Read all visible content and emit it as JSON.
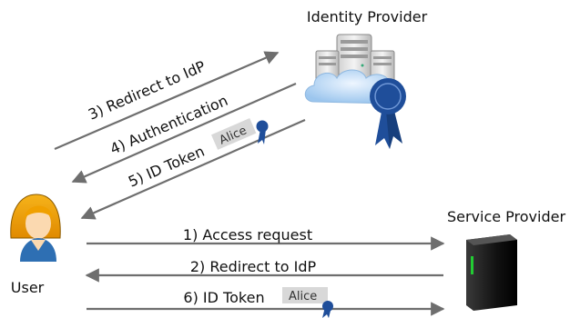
{
  "actors": {
    "idp": "Identity Provider",
    "sp": "Service Provider",
    "user": "User"
  },
  "flows": {
    "step1": "1) Access request",
    "step2": "2) Redirect to IdP",
    "step3": "3) Redirect to IdP",
    "step4": "4) Authentication",
    "step5": "5) ID Token",
    "step6": "6) ID Token"
  },
  "tokens": {
    "upper": "Alice",
    "lower": "Alice"
  },
  "colors": {
    "arrow": "#6e6e6e",
    "seal": "#1f4e9a",
    "cloud": "#bcd9f5",
    "server_dark": "#1a1a1a",
    "server_led": "#22cc33"
  },
  "icons": [
    "server-stack-icon",
    "cloud-icon",
    "certificate-seal-icon",
    "user-avatar-icon",
    "server-tower-icon",
    "ribbon-seal-icon"
  ]
}
